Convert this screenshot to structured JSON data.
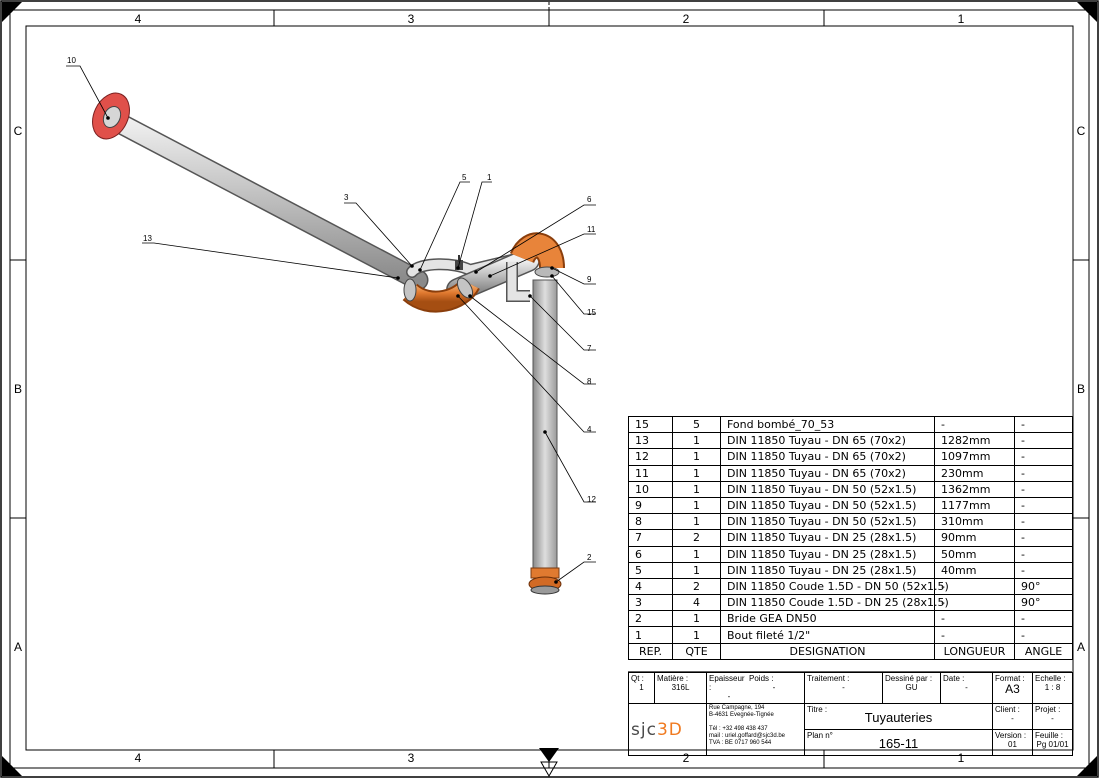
{
  "frame": {
    "columns": [
      "4",
      "3",
      "2",
      "1"
    ],
    "rows": [
      "C",
      "B",
      "A"
    ]
  },
  "callouts": [
    "10",
    "3",
    "5",
    "1",
    "6",
    "11",
    "13",
    "9",
    "15",
    "7",
    "8",
    "4",
    "12",
    "2"
  ],
  "colors": {
    "pipe": "#b9b9b9",
    "elbow": "#e07a30",
    "flange": "#e0504a"
  },
  "bom": {
    "headers": {
      "rep": "REP.",
      "qte": "QTE",
      "designation": "DESIGNATION",
      "longueur": "LONGUEUR",
      "angle": "ANGLE"
    },
    "rows": [
      {
        "rep": "15",
        "qte": "5",
        "designation": "Fond bombé_70_53",
        "longueur": "-",
        "angle": "-"
      },
      {
        "rep": "13",
        "qte": "1",
        "designation": "DIN 11850 Tuyau - DN 65 (70x2)",
        "longueur": "1282mm",
        "angle": "-"
      },
      {
        "rep": "12",
        "qte": "1",
        "designation": "DIN 11850 Tuyau - DN 65 (70x2)",
        "longueur": "1097mm",
        "angle": "-"
      },
      {
        "rep": "11",
        "qte": "1",
        "designation": "DIN 11850 Tuyau - DN 65 (70x2)",
        "longueur": "230mm",
        "angle": "-"
      },
      {
        "rep": "10",
        "qte": "1",
        "designation": "DIN 11850 Tuyau - DN 50 (52x1.5)",
        "longueur": "1362mm",
        "angle": "-"
      },
      {
        "rep": "9",
        "qte": "1",
        "designation": "DIN 11850 Tuyau - DN 50 (52x1.5)",
        "longueur": "1177mm",
        "angle": "-"
      },
      {
        "rep": "8",
        "qte": "1",
        "designation": "DIN 11850 Tuyau - DN 50 (52x1.5)",
        "longueur": "310mm",
        "angle": "-"
      },
      {
        "rep": "7",
        "qte": "2",
        "designation": "DIN 11850 Tuyau - DN 25 (28x1.5)",
        "longueur": "90mm",
        "angle": "-"
      },
      {
        "rep": "6",
        "qte": "1",
        "designation": "DIN 11850 Tuyau - DN 25 (28x1.5)",
        "longueur": "50mm",
        "angle": "-"
      },
      {
        "rep": "5",
        "qte": "1",
        "designation": "DIN 11850 Tuyau - DN 25 (28x1.5)",
        "longueur": "40mm",
        "angle": "-"
      },
      {
        "rep": "4",
        "qte": "2",
        "designation": "DIN 11850 Coude 1.5D - DN 50 (52x1.5)",
        "longueur": "-",
        "angle": "90°"
      },
      {
        "rep": "3",
        "qte": "4",
        "designation": "DIN 11850 Coude 1.5D - DN 25 (28x1.5)",
        "longueur": "-",
        "angle": "90°"
      },
      {
        "rep": "2",
        "qte": "1",
        "designation": "Bride GEA DN50",
        "longueur": "-",
        "angle": "-"
      },
      {
        "rep": "1",
        "qte": "1",
        "designation": "Bout fileté 1/2\"",
        "longueur": "-",
        "angle": "-"
      }
    ]
  },
  "title_block": {
    "qt_label": "Qt :",
    "qt": "1",
    "matiere_label": "Matière :",
    "matiere": "316L",
    "epaisseur_label": "Epaisseur :",
    "epaisseur": "-",
    "poids_label": "Poids :",
    "poids": "-",
    "traitement_label": "Traitement :",
    "traitement": "-",
    "dessine_label": "Dessiné par :",
    "dessine": "GU",
    "date_label": "Date :",
    "date": "-",
    "format_label": "Format :",
    "format": "A3",
    "echelle_label": "Echelle :",
    "echelle": "1 : 8",
    "address_1": "Rue Campagne, 194",
    "address_2": "B-4631 Evegnée-Tignée",
    "tel": "Tél : +32 498 438 437",
    "mail": "mail : uriel.goffard@sjc3d.be",
    "tva": "TVA : BE 0717 960 544",
    "logo_main": "sjc",
    "logo_accent": "3D",
    "titre_label": "Titre :",
    "titre": "Tuyauteries",
    "client_label": "Client :",
    "client": "-",
    "projet_label": "Projet :",
    "projet": "-",
    "plan_label": "Plan n°",
    "plan": "165-11",
    "version_label": "Version :",
    "version": "01",
    "feuille_label": "Feuille :",
    "feuille": "Pg 01/01"
  }
}
